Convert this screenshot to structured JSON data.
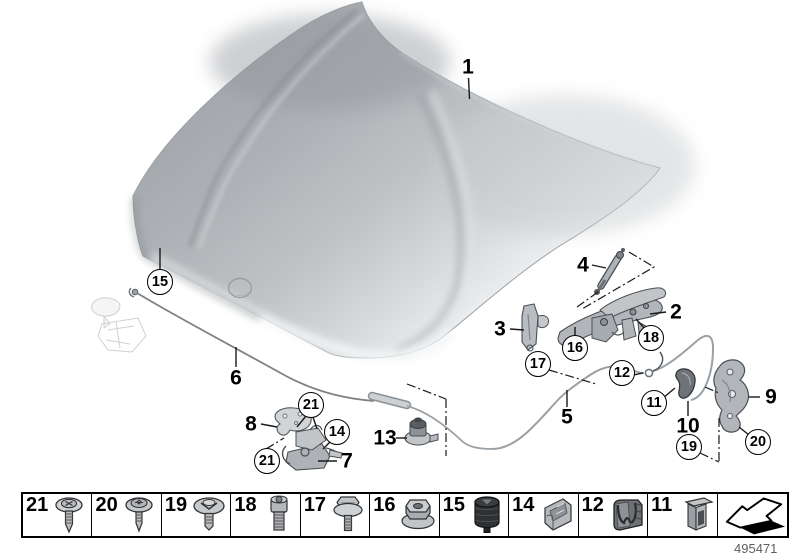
{
  "diagram": {
    "description": "Engine hood / bonnet exploded parts diagram",
    "callouts": [
      {
        "label": "1",
        "circled": false
      },
      {
        "label": "2",
        "circled": false
      },
      {
        "label": "3",
        "circled": false
      },
      {
        "label": "4",
        "circled": false
      },
      {
        "label": "5",
        "circled": false
      },
      {
        "label": "6",
        "circled": false
      },
      {
        "label": "7",
        "circled": false
      },
      {
        "label": "8",
        "circled": false
      },
      {
        "label": "9",
        "circled": false
      },
      {
        "label": "10",
        "circled": false
      },
      {
        "label": "11",
        "circled": true
      },
      {
        "label": "12",
        "circled": true
      },
      {
        "label": "13",
        "circled": false
      },
      {
        "label": "14",
        "circled": true
      },
      {
        "label": "15",
        "circled": true
      },
      {
        "label": "16",
        "circled": true
      },
      {
        "label": "17",
        "circled": true
      },
      {
        "label": "18",
        "circled": true
      },
      {
        "label": "19",
        "circled": true
      },
      {
        "label": "20",
        "circled": true
      },
      {
        "label": "21",
        "circled": true
      },
      {
        "label": "21",
        "circled": true
      }
    ],
    "parts": [
      {
        "name": "hood-panel",
        "callout": "1"
      },
      {
        "name": "hood-hinge",
        "callout": "2"
      },
      {
        "name": "hinge-bracket",
        "callout": "3"
      },
      {
        "name": "gas-pressure-strut",
        "callout": "4"
      },
      {
        "name": "bowden-cable-rear",
        "callout": "5"
      },
      {
        "name": "bowden-cable-front",
        "callout": "6"
      },
      {
        "name": "hood-lock",
        "callout": "7"
      },
      {
        "name": "lock-cover",
        "callout": "8"
      },
      {
        "name": "release-bracket",
        "callout": "9"
      },
      {
        "name": "release-handle",
        "callout": "10"
      },
      {
        "name": "contact-switch",
        "callout": "13"
      }
    ]
  },
  "parts_table": {
    "cells": [
      {
        "label": "21",
        "icon": "screw-with-washer-icon"
      },
      {
        "label": "20",
        "icon": "torx-screw-with-washer-icon"
      },
      {
        "label": "19",
        "icon": "expanding-rivet-icon"
      },
      {
        "label": "18",
        "icon": "shoulder-bolt-icon"
      },
      {
        "label": "17",
        "icon": "hex-bolt-with-washer-icon"
      },
      {
        "label": "16",
        "icon": "flange-nut-icon"
      },
      {
        "label": "15",
        "icon": "rubber-buffer-icon"
      },
      {
        "label": "14",
        "icon": "metal-spring-clip-icon"
      },
      {
        "label": "12",
        "icon": "plastic-clip-icon"
      },
      {
        "label": "11",
        "icon": "retaining-clip-icon"
      },
      {
        "label": "",
        "icon": "selection-arrow-icon"
      }
    ]
  },
  "footer": {
    "drawing_number": "495471"
  },
  "colors": {
    "line": "#1a1a1a",
    "part_fill": "#b5b9bd",
    "hood_light": "#f2f3f4",
    "hood_dark": "#9ea2a7"
  }
}
